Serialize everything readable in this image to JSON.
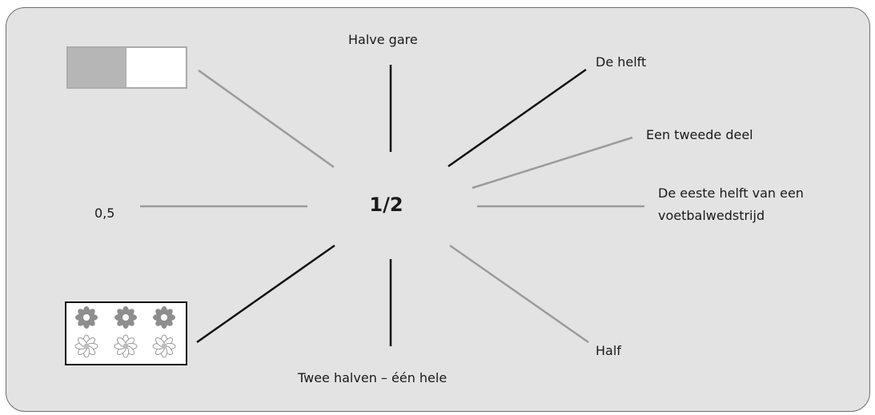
{
  "center_label": "1/2",
  "labels": {
    "halve_gare": "Halve gare",
    "de_helft": "De helft",
    "een_tweede_deel": "Een tweede deel",
    "eeste_helft_line1": "De eeste helft van een",
    "eeste_helft_line2": "voetbalwedstrijd",
    "half": "Half",
    "twee_halven": "Twee halven – één hele",
    "decimal": "0,5"
  },
  "pictures": {
    "fraction_bar": {
      "shaded_parts": 1,
      "total_parts": 2
    },
    "flowers": {
      "shaded": 3,
      "total": 6
    }
  },
  "colors": {
    "panel_background": "#e3e3e3",
    "panel_border": "#6f6f6f",
    "dark_line": "#111111",
    "light_line": "#9b9b9b",
    "shaded_fill": "#b6b6b6",
    "flower_dark": "#8e8e8e",
    "flower_light_outline": "#9a9a9a"
  }
}
